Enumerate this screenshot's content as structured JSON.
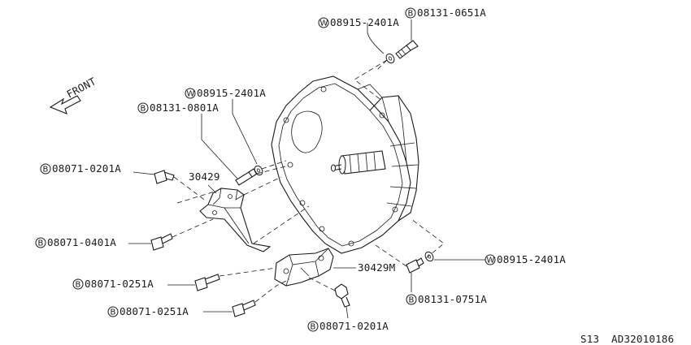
{
  "diagram": {
    "front_label": "FRONT",
    "prefix_bolt": "B",
    "prefix_washer": "W",
    "callouts": {
      "top_bolt": "08131-0651A",
      "top_washer": "08915-2401A",
      "mid_washer": "08915-2401A",
      "mid_bolt": "08131-0801A",
      "bracket_upper_bolt": "08071-0201A",
      "bracket_upper_part": "30429",
      "bracket_lower_bolt": "08071-0401A",
      "lower_left_bolt_1": "08071-0251A",
      "lower_left_bolt_2": "08071-0251A",
      "lower_bracket_part": "30429M",
      "lower_bottom_bolt": "08071-0201A",
      "right_washer": "08915-2401A",
      "right_bolt": "08131-0751A"
    },
    "footer": {
      "section": "S13",
      "code": "AD32010186"
    }
  }
}
